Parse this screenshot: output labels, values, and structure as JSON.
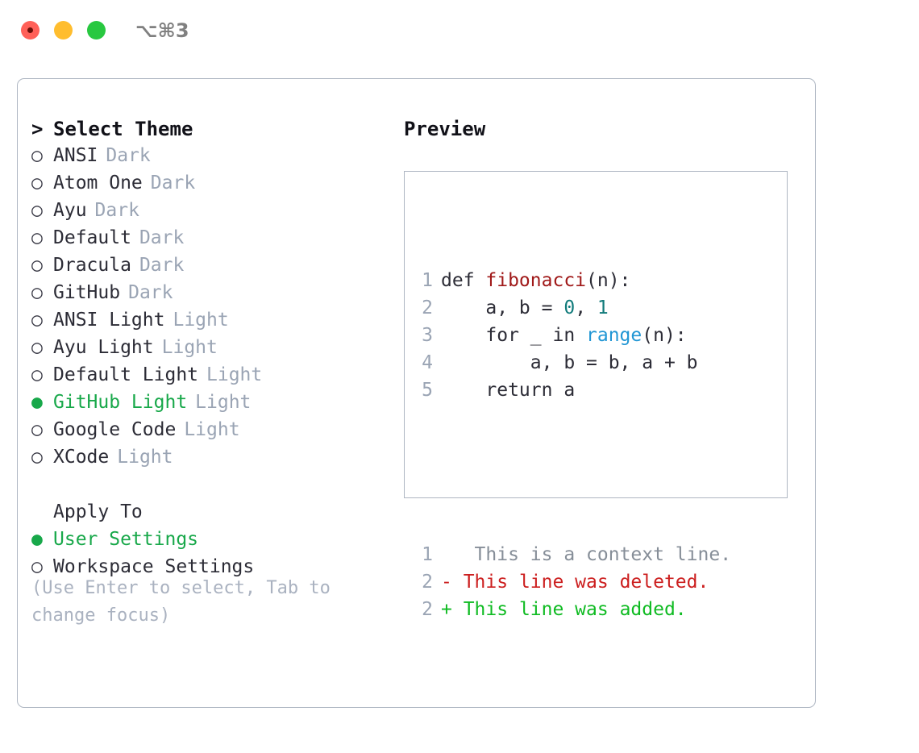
{
  "titlebar": {
    "shortcut": "⌥⌘3",
    "buttons": [
      {
        "name": "close",
        "color": "#ff6058"
      },
      {
        "name": "minimize",
        "color": "#ffbd2e"
      },
      {
        "name": "maximize",
        "color": "#28c840"
      }
    ]
  },
  "colors": {
    "accent_green": "#18a84a",
    "muted": "#9aa4b4",
    "hint": "#aab2c0",
    "border": "#aeb6c2",
    "text": "#2c2c36",
    "function": "#a01919",
    "number": "#117b7b",
    "builtin": "#2196d4",
    "diff_deleted": "#cc1f1f",
    "diff_added": "#0fbb22",
    "diff_context": "#868e98"
  },
  "theme_list": {
    "header_caret": ">",
    "header_label": "Select Theme",
    "bullet_selected": "●",
    "bullet_unselected": "○",
    "items": [
      {
        "name": "ANSI",
        "tag": "Dark",
        "selected": false
      },
      {
        "name": "Atom One",
        "tag": "Dark",
        "selected": false
      },
      {
        "name": "Ayu",
        "tag": "Dark",
        "selected": false
      },
      {
        "name": "Default",
        "tag": "Dark",
        "selected": false
      },
      {
        "name": "Dracula",
        "tag": "Dark",
        "selected": false
      },
      {
        "name": "GitHub",
        "tag": "Dark",
        "selected": false
      },
      {
        "name": "ANSI Light",
        "tag": "Light",
        "selected": false
      },
      {
        "name": "Ayu Light",
        "tag": "Light",
        "selected": false
      },
      {
        "name": "Default Light",
        "tag": "Light",
        "selected": false
      },
      {
        "name": "GitHub Light",
        "tag": "Light",
        "selected": true
      },
      {
        "name": "Google Code",
        "tag": "Light",
        "selected": false
      },
      {
        "name": "XCode",
        "tag": "Light",
        "selected": false
      }
    ]
  },
  "apply_to": {
    "label": "Apply To",
    "options": [
      {
        "name": "User Settings",
        "selected": true
      },
      {
        "name": "Workspace Settings",
        "selected": false
      }
    ]
  },
  "hint_text": "(Use Enter to select, Tab to change focus)",
  "preview": {
    "title": "Preview",
    "code_lines": [
      {
        "number": "1",
        "tokens": [
          {
            "text": "def ",
            "kind": "kw"
          },
          {
            "text": "fibonacci",
            "kind": "fn"
          },
          {
            "text": "(n):",
            "kind": "punc"
          }
        ]
      },
      {
        "number": "2",
        "tokens": [
          {
            "text": "    a, b = ",
            "kind": "kw"
          },
          {
            "text": "0",
            "kind": "num"
          },
          {
            "text": ", ",
            "kind": "punc"
          },
          {
            "text": "1",
            "kind": "num"
          }
        ]
      },
      {
        "number": "3",
        "tokens": [
          {
            "text": "    for _ in ",
            "kind": "kw"
          },
          {
            "text": "range",
            "kind": "bi"
          },
          {
            "text": "(n):",
            "kind": "punc"
          }
        ]
      },
      {
        "number": "4",
        "tokens": [
          {
            "text": "        a, b = b, a + b",
            "kind": "kw"
          }
        ]
      },
      {
        "number": "5",
        "tokens": [
          {
            "text": "    return a",
            "kind": "kw"
          }
        ]
      }
    ],
    "diff_lines": [
      {
        "number": "1",
        "marker": " ",
        "text": "  This is a context line.",
        "kind": "ctx"
      },
      {
        "number": "2",
        "marker": "-",
        "text": " This line was deleted.",
        "kind": "del"
      },
      {
        "number": "2",
        "marker": "+",
        "text": " This line was added.",
        "kind": "add"
      }
    ]
  }
}
